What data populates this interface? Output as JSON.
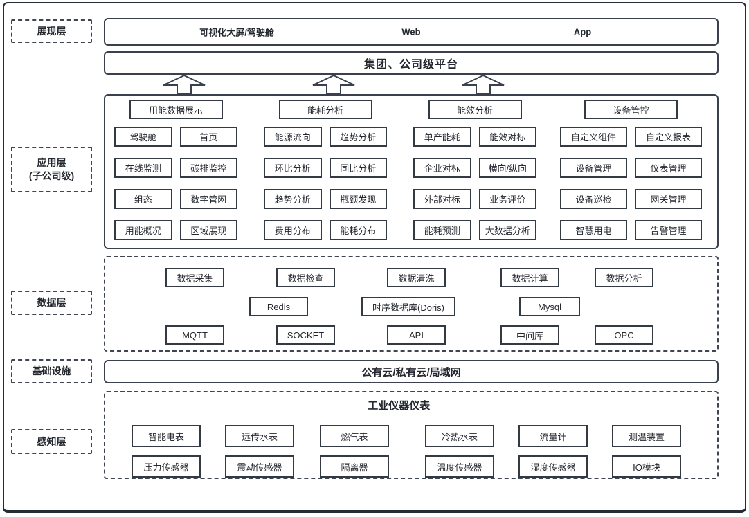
{
  "presentation": {
    "label": "展现层",
    "items": [
      "可视化大屏/驾驶舱",
      "Web",
      "App"
    ]
  },
  "platform": {
    "title": "集团、公司级平台"
  },
  "application": {
    "label_line1": "应用层",
    "label_line2": "(子公司级)",
    "groups": [
      {
        "title": "用能数据展示",
        "items": [
          "驾驶舱",
          "首页",
          "在线监测",
          "碳排监控",
          "组态",
          "数字管网",
          "用能概况",
          "区域展现"
        ]
      },
      {
        "title": "能耗分析",
        "items": [
          "能源流向",
          "趋势分析",
          "环比分析",
          "同比分析",
          "趋势分析",
          "瓶颈发现",
          "费用分布",
          "能耗分布"
        ]
      },
      {
        "title": "能效分析",
        "items": [
          "单产能耗",
          "能效对标",
          "企业对标",
          "横向/纵向",
          "外部对标",
          "业务评价",
          "能耗预测",
          "大数据分析"
        ]
      },
      {
        "title": "设备管控",
        "items": [
          "自定义组件",
          "自定义报表",
          "设备管理",
          "仪表管理",
          "设备巡检",
          "网关管理",
          "智慧用电",
          "告警管理"
        ]
      }
    ]
  },
  "data_layer": {
    "label": "数据层",
    "row1": [
      "数据采集",
      "数据检查",
      "数据清洗",
      "数据计算",
      "数据分析"
    ],
    "row2": [
      "Redis",
      "时序数据库(Doris)",
      "Mysql"
    ],
    "row3": [
      "MQTT",
      "SOCKET",
      "API",
      "中间库",
      "OPC"
    ]
  },
  "infrastructure": {
    "label": "基础设施",
    "title": "公有云/私有云/局域网"
  },
  "perception": {
    "label": "感知层",
    "title": "工业仪器仪表",
    "row1": [
      "智能电表",
      "远传水表",
      "燃气表",
      "冷热水表",
      "流量计",
      "测温装置"
    ],
    "row2": [
      "压力传感器",
      "震动传感器",
      "隔离器",
      "温度传感器",
      "湿度传感器",
      "IO模块"
    ]
  },
  "colors": {
    "border": "#3a414c",
    "text": "#23272e",
    "background": "#ffffff"
  }
}
